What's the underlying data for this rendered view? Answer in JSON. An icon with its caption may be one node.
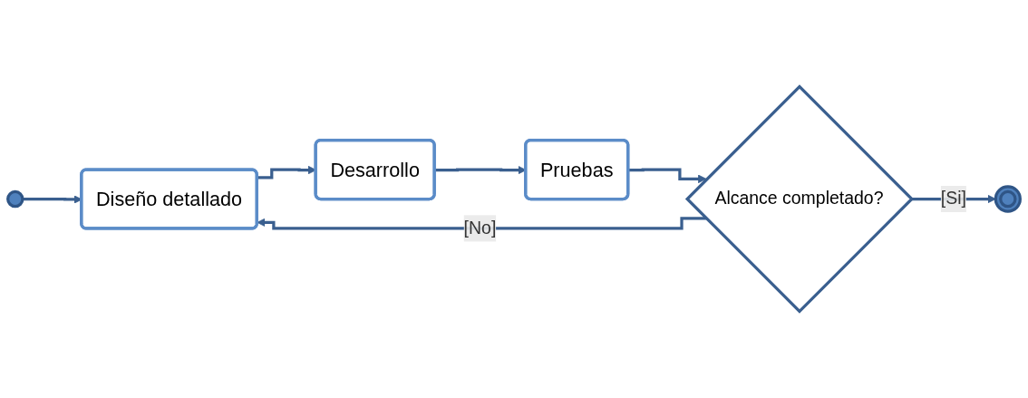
{
  "diagram": {
    "nodes": [
      {
        "text": [],
        "shape": "circle"
      },
      {
        "text": [
          "Diseño detallado"
        ]
      },
      {
        "text": [
          "Desarrollo"
        ]
      },
      {
        "text": [
          "Pruebas"
        ]
      },
      {
        "text": [
          "Alcance completado?"
        ]
      },
      {
        "text": [],
        "shape": "circle"
      }
    ],
    "edges": [
      {
        "from": 0,
        "to": 1,
        "arrow": "to"
      },
      {
        "from": 1,
        "to": 2,
        "arrow": "to"
      },
      {
        "from": 2,
        "to": 3,
        "arrow": "to"
      },
      {
        "from": 3,
        "to": 4,
        "arrow": "to"
      },
      {
        "from": 4,
        "to": 1,
        "arrow": "to",
        "label": "[No]"
      },
      {
        "from": 4,
        "to": 5,
        "arrow": "to",
        "label": "[Si]"
      }
    ]
  }
}
